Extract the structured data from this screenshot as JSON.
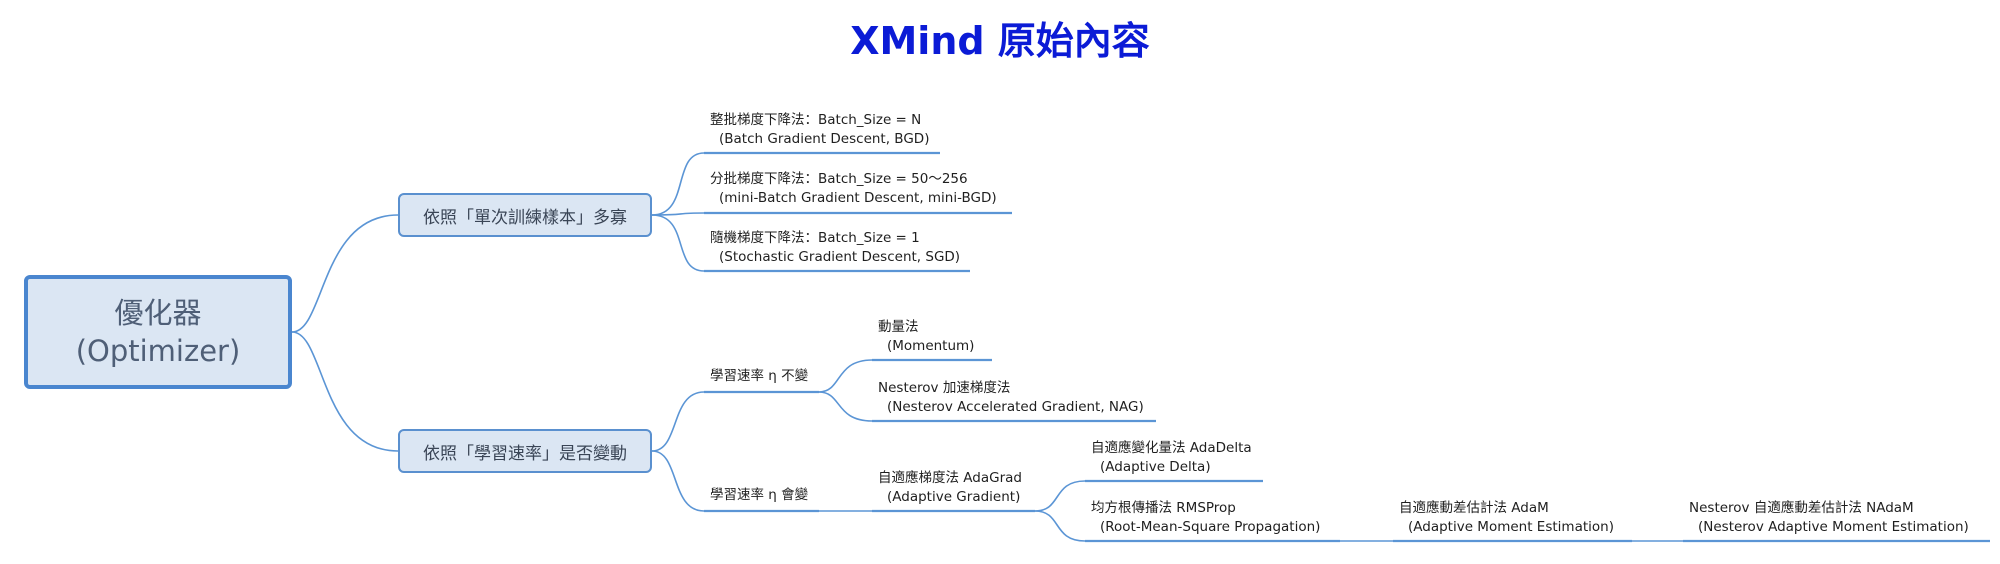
{
  "title": "XMind 原始內容",
  "root": {
    "line1": "優化器",
    "line2": "(Optimizer)"
  },
  "branch_samples": "依照「單次訓練樣本」多寡",
  "branch_lr": "依照「學習速率」是否變動",
  "leaves": {
    "bgd": {
      "line1": "整批梯度下降法：Batch_Size = N",
      "line2": "(Batch Gradient Descent, BGD)"
    },
    "mbgd": {
      "line1": "分批梯度下降法：Batch_Size = 50～256",
      "line2": "(mini-Batch Gradient Descent, mini-BGD)"
    },
    "sgd": {
      "line1": "隨機梯度下降法：Batch_Size = 1",
      "line2": "(Stochastic Gradient Descent, SGD)"
    },
    "lr_fixed": "學習速率 η 不變",
    "lr_change": "學習速率 η 會變",
    "momentum": {
      "line1": "動量法",
      "line2": "(Momentum)"
    },
    "nag": {
      "line1": "Nesterov 加速梯度法",
      "line2": "(Nesterov Accelerated Gradient, NAG)"
    },
    "adagrad": {
      "line1": "自適應梯度法 AdaGrad",
      "line2": "(Adaptive Gradient)"
    },
    "adadelta": {
      "line1": "自適應變化量法 AdaDelta",
      "line2": "(Adaptive Delta)"
    },
    "rmsprop": {
      "line1": "均方根傳播法 RMSProp",
      "line2": "(Root-Mean-Square Propagation)"
    },
    "adam": {
      "line1": "自適應動差估計法 AdaM",
      "line2": "(Adaptive Moment Estimation)"
    },
    "nadam": {
      "line1": "Nesterov 自適應動差估計法 NAdaM",
      "line2": "(Nesterov Adaptive Moment Estimation)"
    }
  },
  "colors": {
    "title": "#0b1bd6",
    "line": "#5b95d5",
    "node_fill": "#dbe6f3",
    "root_border": "#4a86cf"
  }
}
